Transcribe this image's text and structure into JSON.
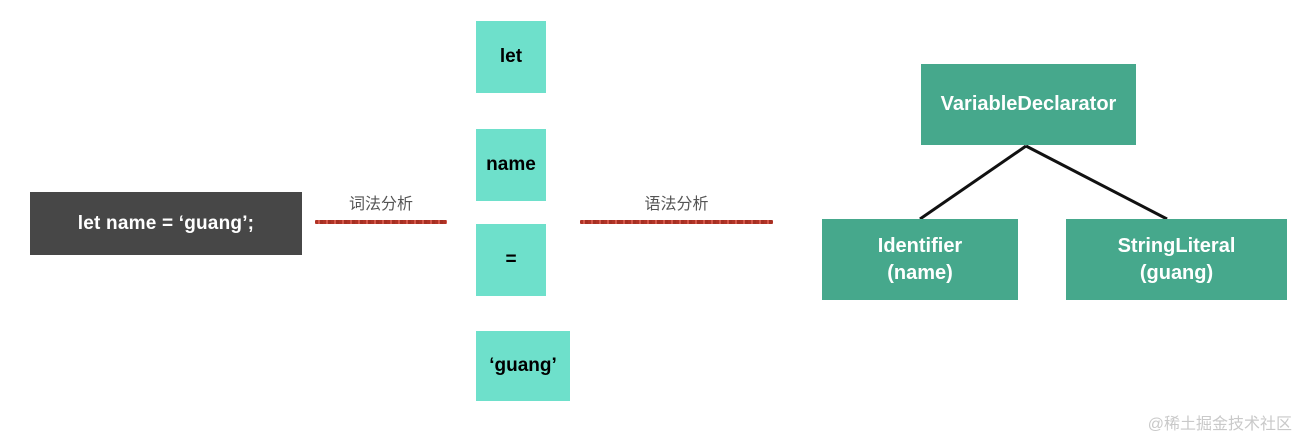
{
  "source": {
    "code": "let name = ‘guang’;"
  },
  "stages": [
    {
      "id": "lexical",
      "label": "词法分析"
    },
    {
      "id": "syntax",
      "label": "语法分析"
    }
  ],
  "tokens": [
    {
      "text": "let"
    },
    {
      "text": "name"
    },
    {
      "text": "="
    },
    {
      "text": "‘guang’"
    }
  ],
  "ast": {
    "root": {
      "title": "VariableDeclarator",
      "subtitle": ""
    },
    "left": {
      "title": "Identifier",
      "subtitle": "(name)"
    },
    "right": {
      "title": "StringLiteral",
      "subtitle": "(guang)"
    }
  },
  "watermark": {
    "text": "@稀土掘金技术社区"
  },
  "colors": {
    "code_box_bg": "#474747",
    "code_text": "#ffffff",
    "token_bg": "#6EE0CB",
    "token_text": "#000000",
    "ast_bg": "#46A88C",
    "ast_text": "#ffffff",
    "rule_red": "#c0392b",
    "link_line": "#000000",
    "watermark_text": "#c9c9c9",
    "background": "#ffffff"
  }
}
